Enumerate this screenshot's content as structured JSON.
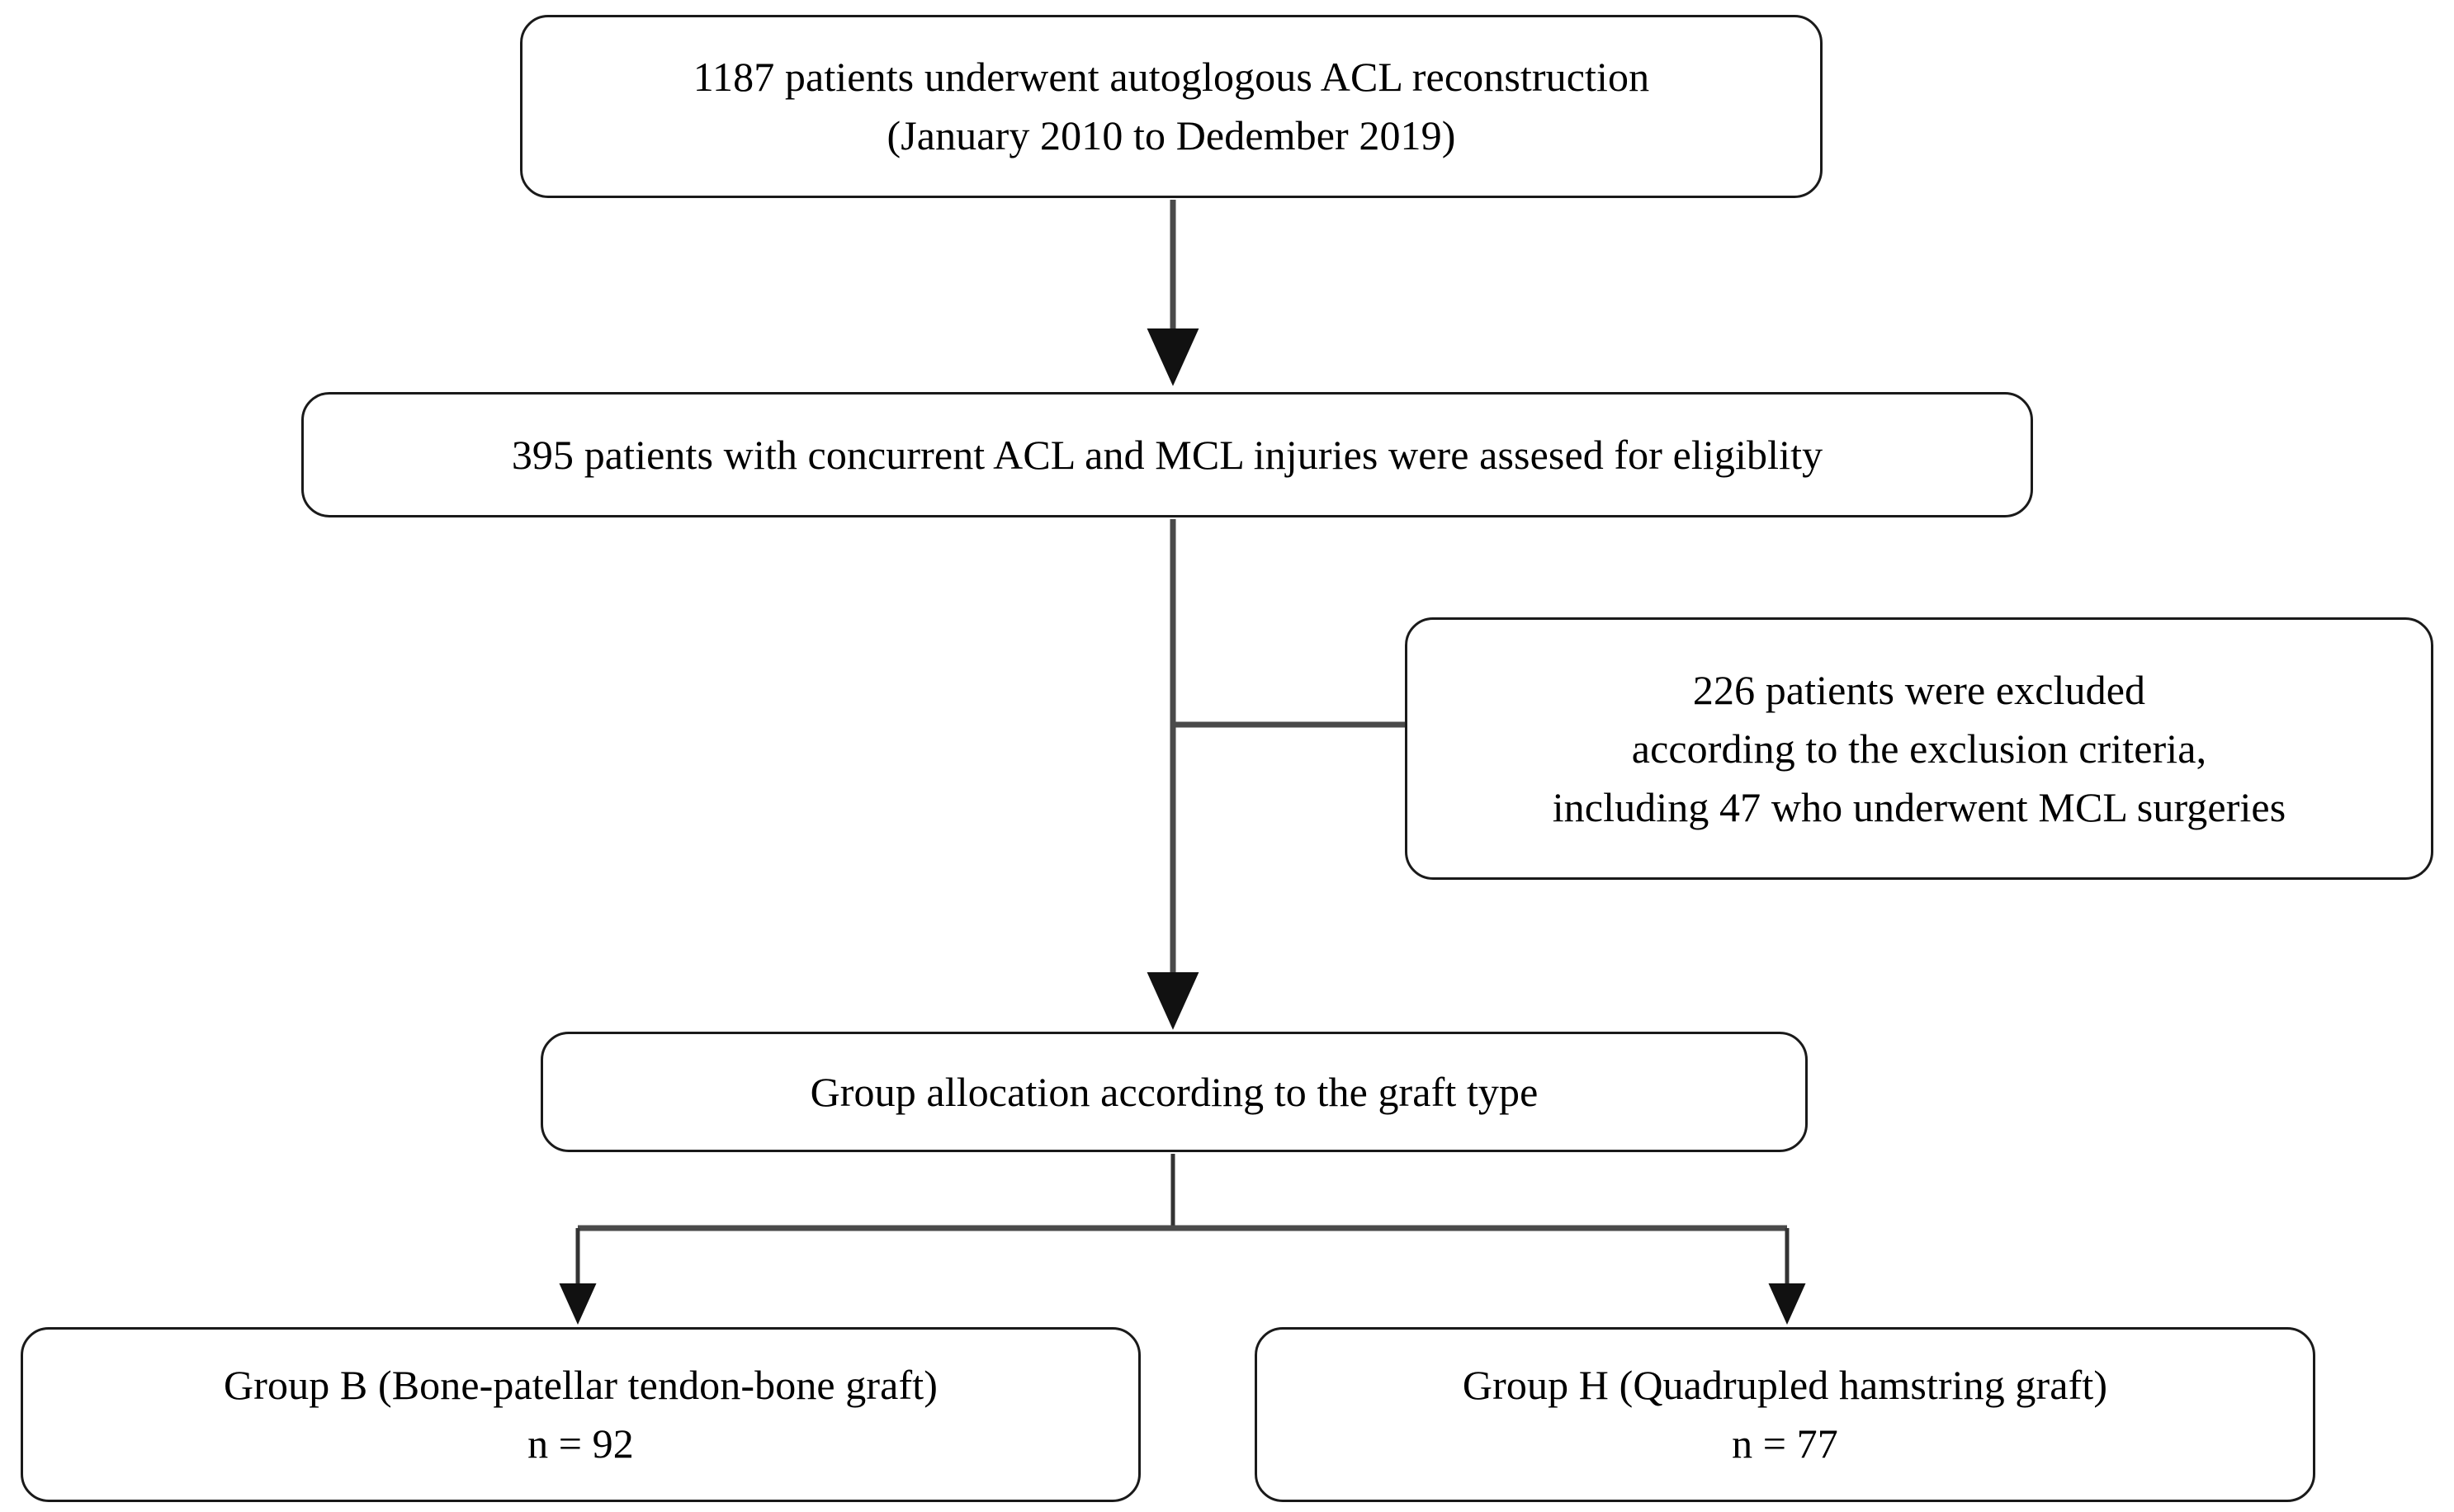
{
  "diagram": {
    "type": "flowchart",
    "title_visible": false,
    "colors": {
      "border": "#1a1a1a",
      "background": "#ffffff",
      "connector": "#4a4a4a",
      "text": "#000000"
    },
    "nodes": {
      "enrolled": {
        "label": "1187 patients underwent autoglogous ACL reconstruction\n(January 2010 to Dedember 2019)",
        "count": 1187
      },
      "eligible": {
        "label": "395 patients with concurrent ACL and MCL injuries were assesed for eligiblity",
        "count": 395
      },
      "excluded": {
        "label": "226 patients were excluded\naccording to the exclusion criteria,\nincluding 47 who underwent MCL surgeries",
        "count": 226,
        "mcl_surgeries": 47
      },
      "allocation": {
        "label": "Group allocation according to the graft type"
      },
      "group_b": {
        "label": "Group B (Bone-patellar tendon-bone graft)\nn = 92",
        "count": 92
      },
      "group_h": {
        "label": "Group H (Quadrupled hamstring graft)\nn = 77",
        "count": 77
      }
    },
    "connectors": [
      {
        "name": "enrolled-to-eligible",
        "kind": "arrow-down"
      },
      {
        "name": "eligible-to-excluded",
        "kind": "branch-right"
      },
      {
        "name": "eligible-to-allocation",
        "kind": "arrow-down"
      },
      {
        "name": "allocation-to-group-b",
        "kind": "fork-arrow-down-left"
      },
      {
        "name": "allocation-to-group-h",
        "kind": "fork-arrow-down-right"
      }
    ]
  }
}
